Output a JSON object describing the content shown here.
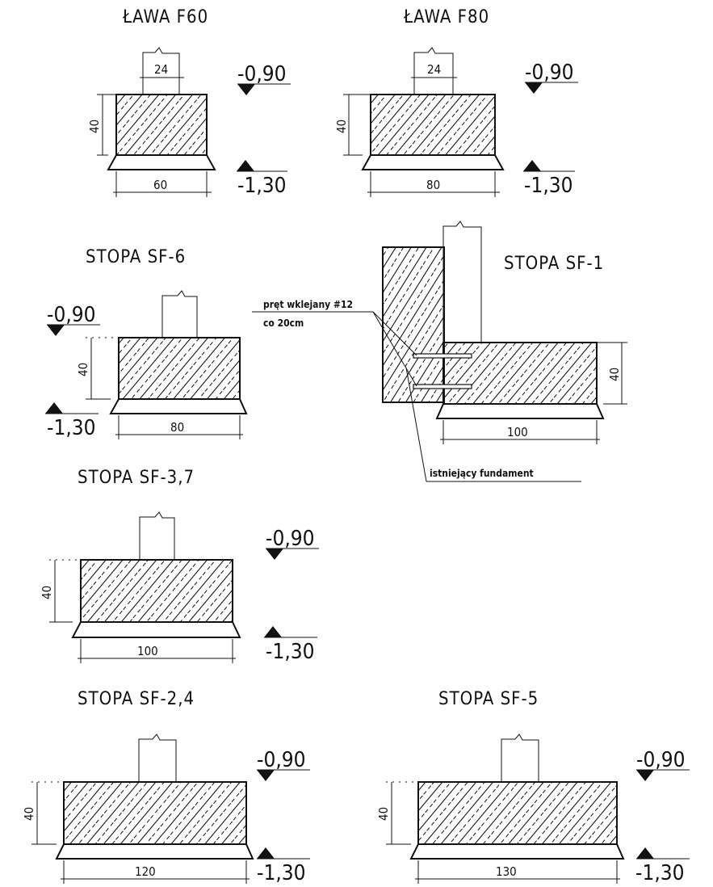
{
  "footings": [
    {
      "id": "f60",
      "title": "ŁAWA F60",
      "height_label": "40",
      "width_label": "60",
      "column_label": "24",
      "level_top": "-0,90",
      "level_bottom": "-1,30"
    },
    {
      "id": "f80",
      "title": "ŁAWA F80",
      "height_label": "40",
      "width_label": "80",
      "column_label": "24",
      "level_top": "-0,90",
      "level_bottom": "-1,30"
    },
    {
      "id": "sf6",
      "title": "STOPA SF-6",
      "height_label": "40",
      "width_label": "80",
      "level_top": "-0,90",
      "level_bottom": "-1,30"
    },
    {
      "id": "sf1",
      "title": "STOPA SF-1",
      "height_label": "40",
      "width_label": "100",
      "note_line1": "pręt wklejany #12",
      "note_line2": "co 20cm",
      "note_existing": "istniejący fundament"
    },
    {
      "id": "sf37",
      "title": "STOPA SF-3,7",
      "height_label": "40",
      "width_label": "100",
      "level_top": "-0,90",
      "level_bottom": "-1,30"
    },
    {
      "id": "sf24",
      "title": "STOPA SF-2,4",
      "height_label": "40",
      "width_label": "120",
      "level_top": "-0,90",
      "level_bottom": "-1,30"
    },
    {
      "id": "sf5",
      "title": "STOPA SF-5",
      "height_label": "40",
      "width_label": "130",
      "level_top": "-0,90",
      "level_bottom": "-1,30"
    }
  ]
}
